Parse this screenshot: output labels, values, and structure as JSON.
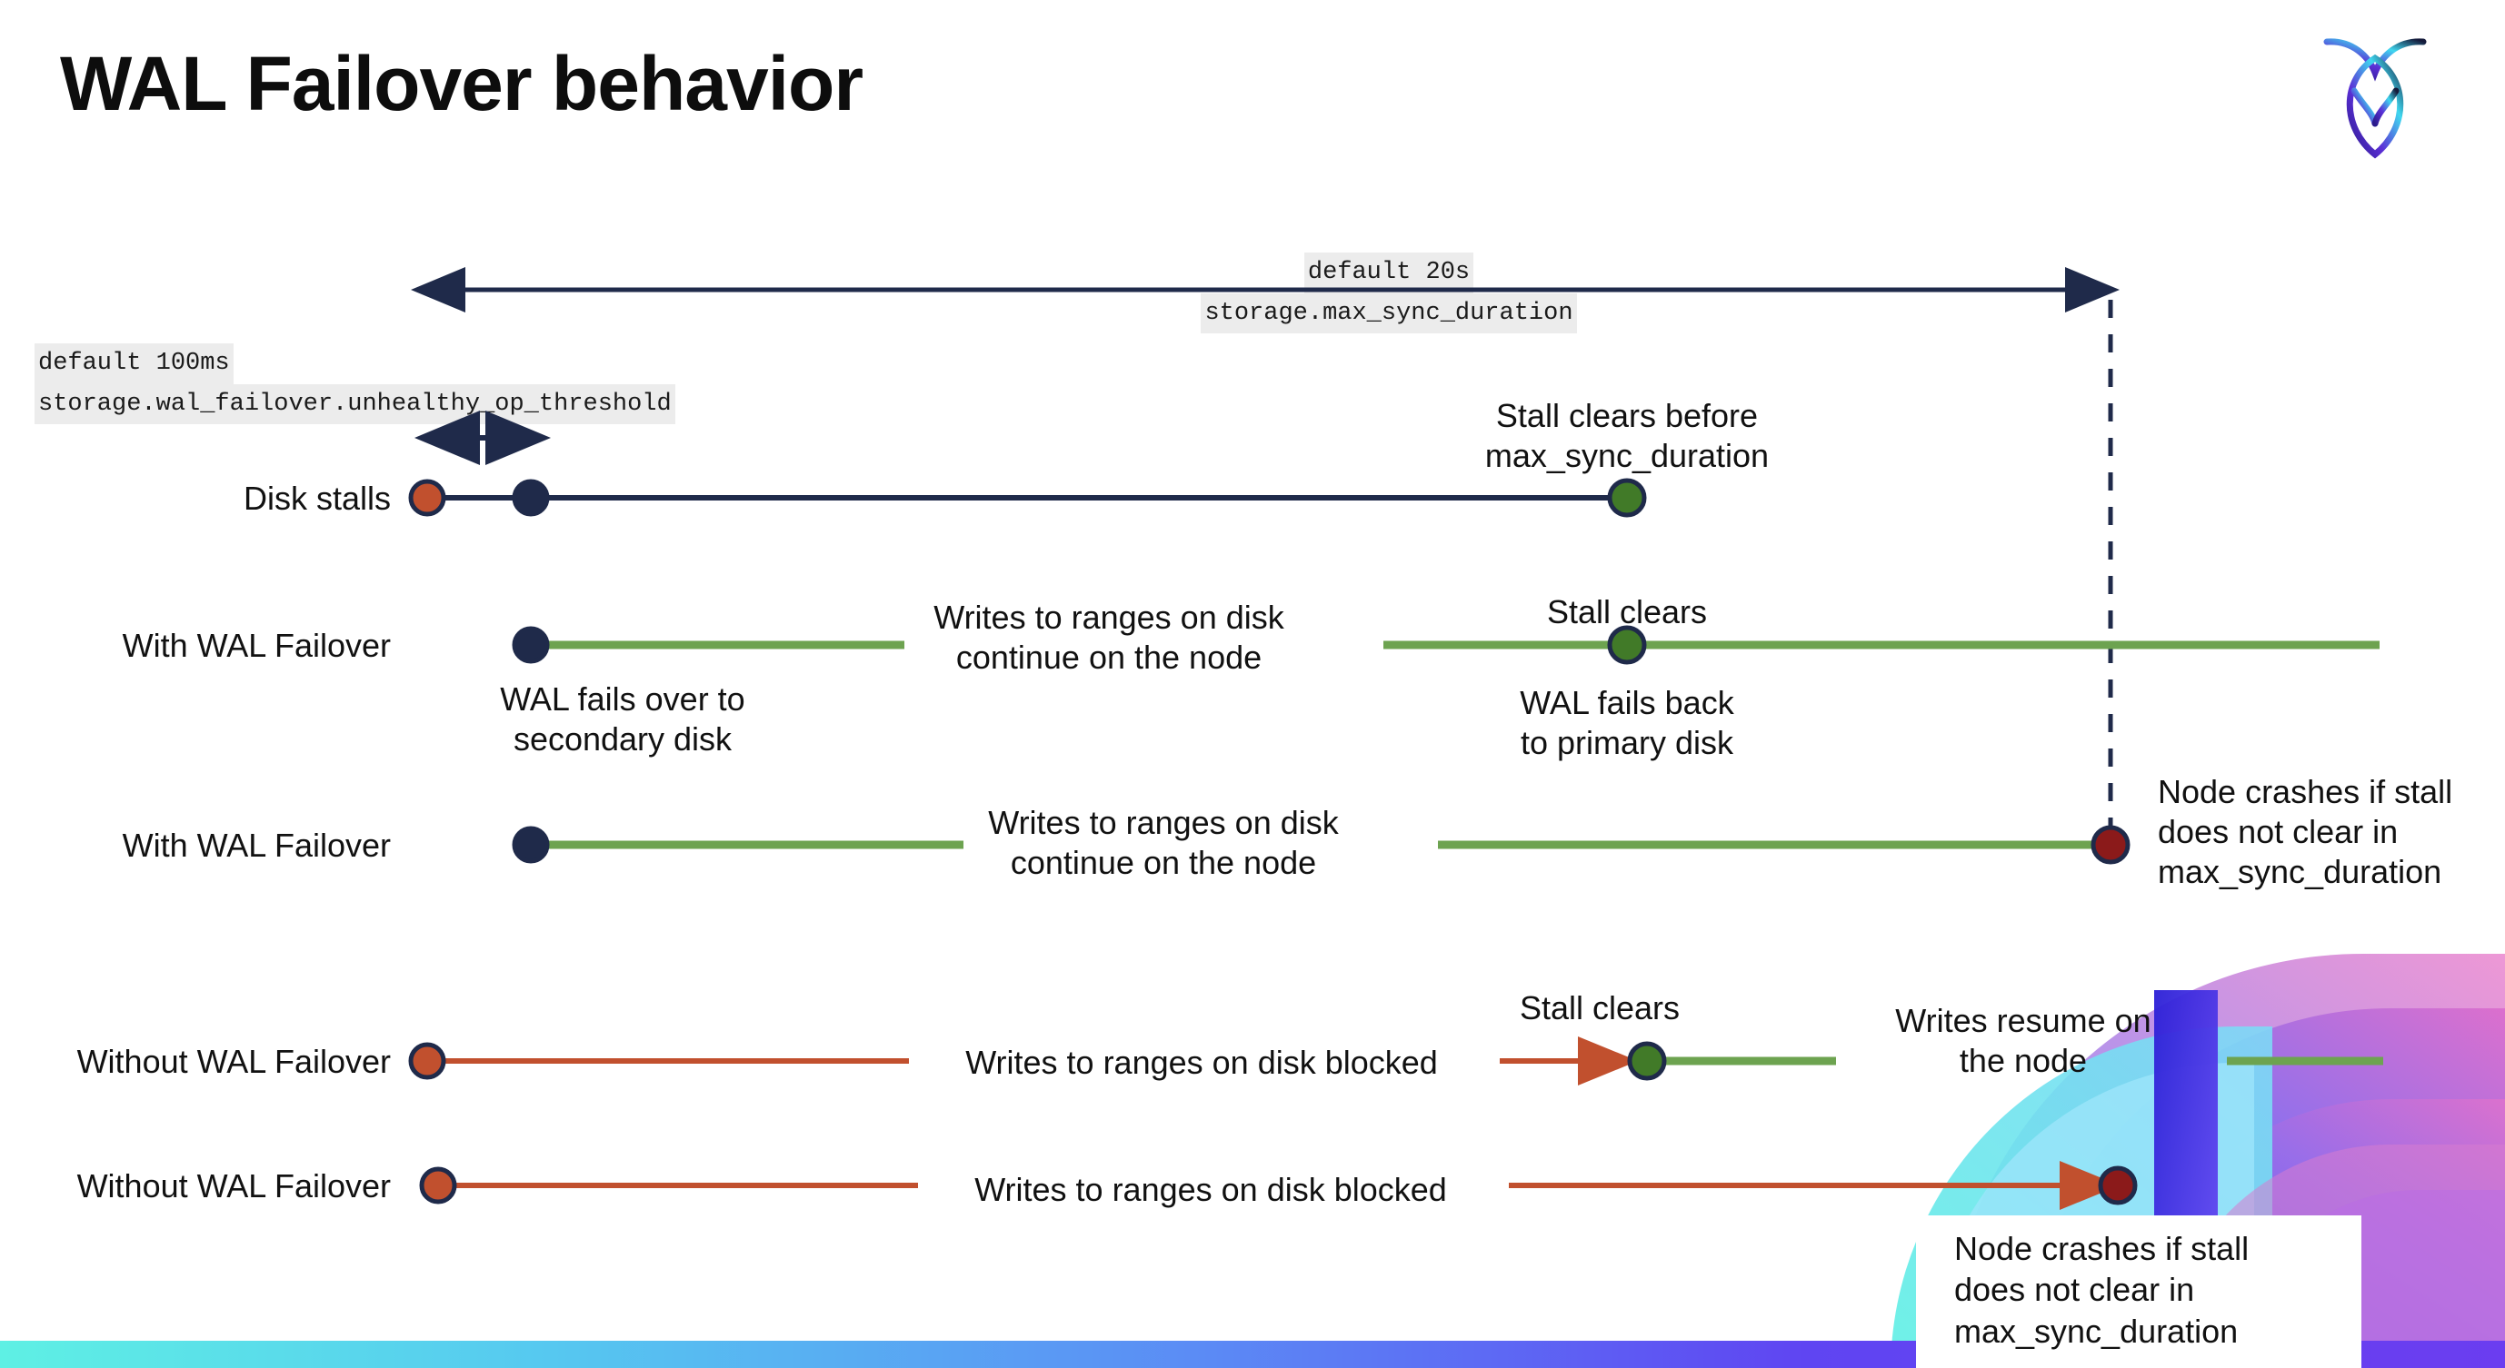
{
  "slide": {
    "title": "WAL Failover behavior",
    "logo_name": "cockroachdb-logo"
  },
  "annotations": {
    "max_sync": {
      "line1": "default 20s",
      "line2": "storage.max_sync_duration"
    },
    "unhealthy_op": {
      "line1": "default 100ms",
      "line2": "storage.wal_failover.unhealthy_op_threshold"
    }
  },
  "rows": [
    {
      "id": "disk-stalls",
      "label": "Disk stalls"
    },
    {
      "id": "with-wal-failover-1",
      "label": "With WAL Failover"
    },
    {
      "id": "with-wal-failover-2",
      "label": "With WAL Failover"
    },
    {
      "id": "without-wal-failover-1",
      "label": "Without WAL Failover"
    },
    {
      "id": "without-wal-failover-2",
      "label": "Without WAL Failover"
    }
  ],
  "captions": {
    "stall_clears_before_max": "Stall clears before\nmax_sync_duration",
    "writes_continue_1": "Writes to ranges on disk\ncontinue on the node",
    "stall_clears_1": "Stall clears",
    "wal_fails_over": "WAL fails over to\nsecondary disk",
    "wal_fails_back": "WAL fails  back\nto primary disk",
    "writes_continue_2": "Writes to ranges on disk\ncontinue on the node",
    "node_crashes_1": "Node crashes if stall\ndoes not clear in\nmax_sync_duration",
    "stall_clears_2": "Stall clears",
    "writes_blocked_1": "Writes to ranges on disk  blocked",
    "writes_resume": "Writes resume on\nthe node",
    "writes_blocked_2": "Writes to ranges on disk  blocked",
    "node_crashes_2": "Node crashes if stall\ndoes not clear in\nmax_sync_duration"
  },
  "colors": {
    "navy": "#1f2a4a",
    "orange_red": "#c1502e",
    "green_line": "#6da350",
    "green_dot": "#417a28",
    "dark_red_dot": "#8b1a1a",
    "code_chip_bg": "#ececec",
    "accent_gradient_start": "#5ef0e4",
    "accent_gradient_end": "#6b3df0"
  },
  "markers": {
    "stall_start": "stall-start-marker",
    "failover_point": "failover-marker",
    "stall_clear": "stall-clear-marker",
    "node_crash": "node-crash-marker"
  }
}
